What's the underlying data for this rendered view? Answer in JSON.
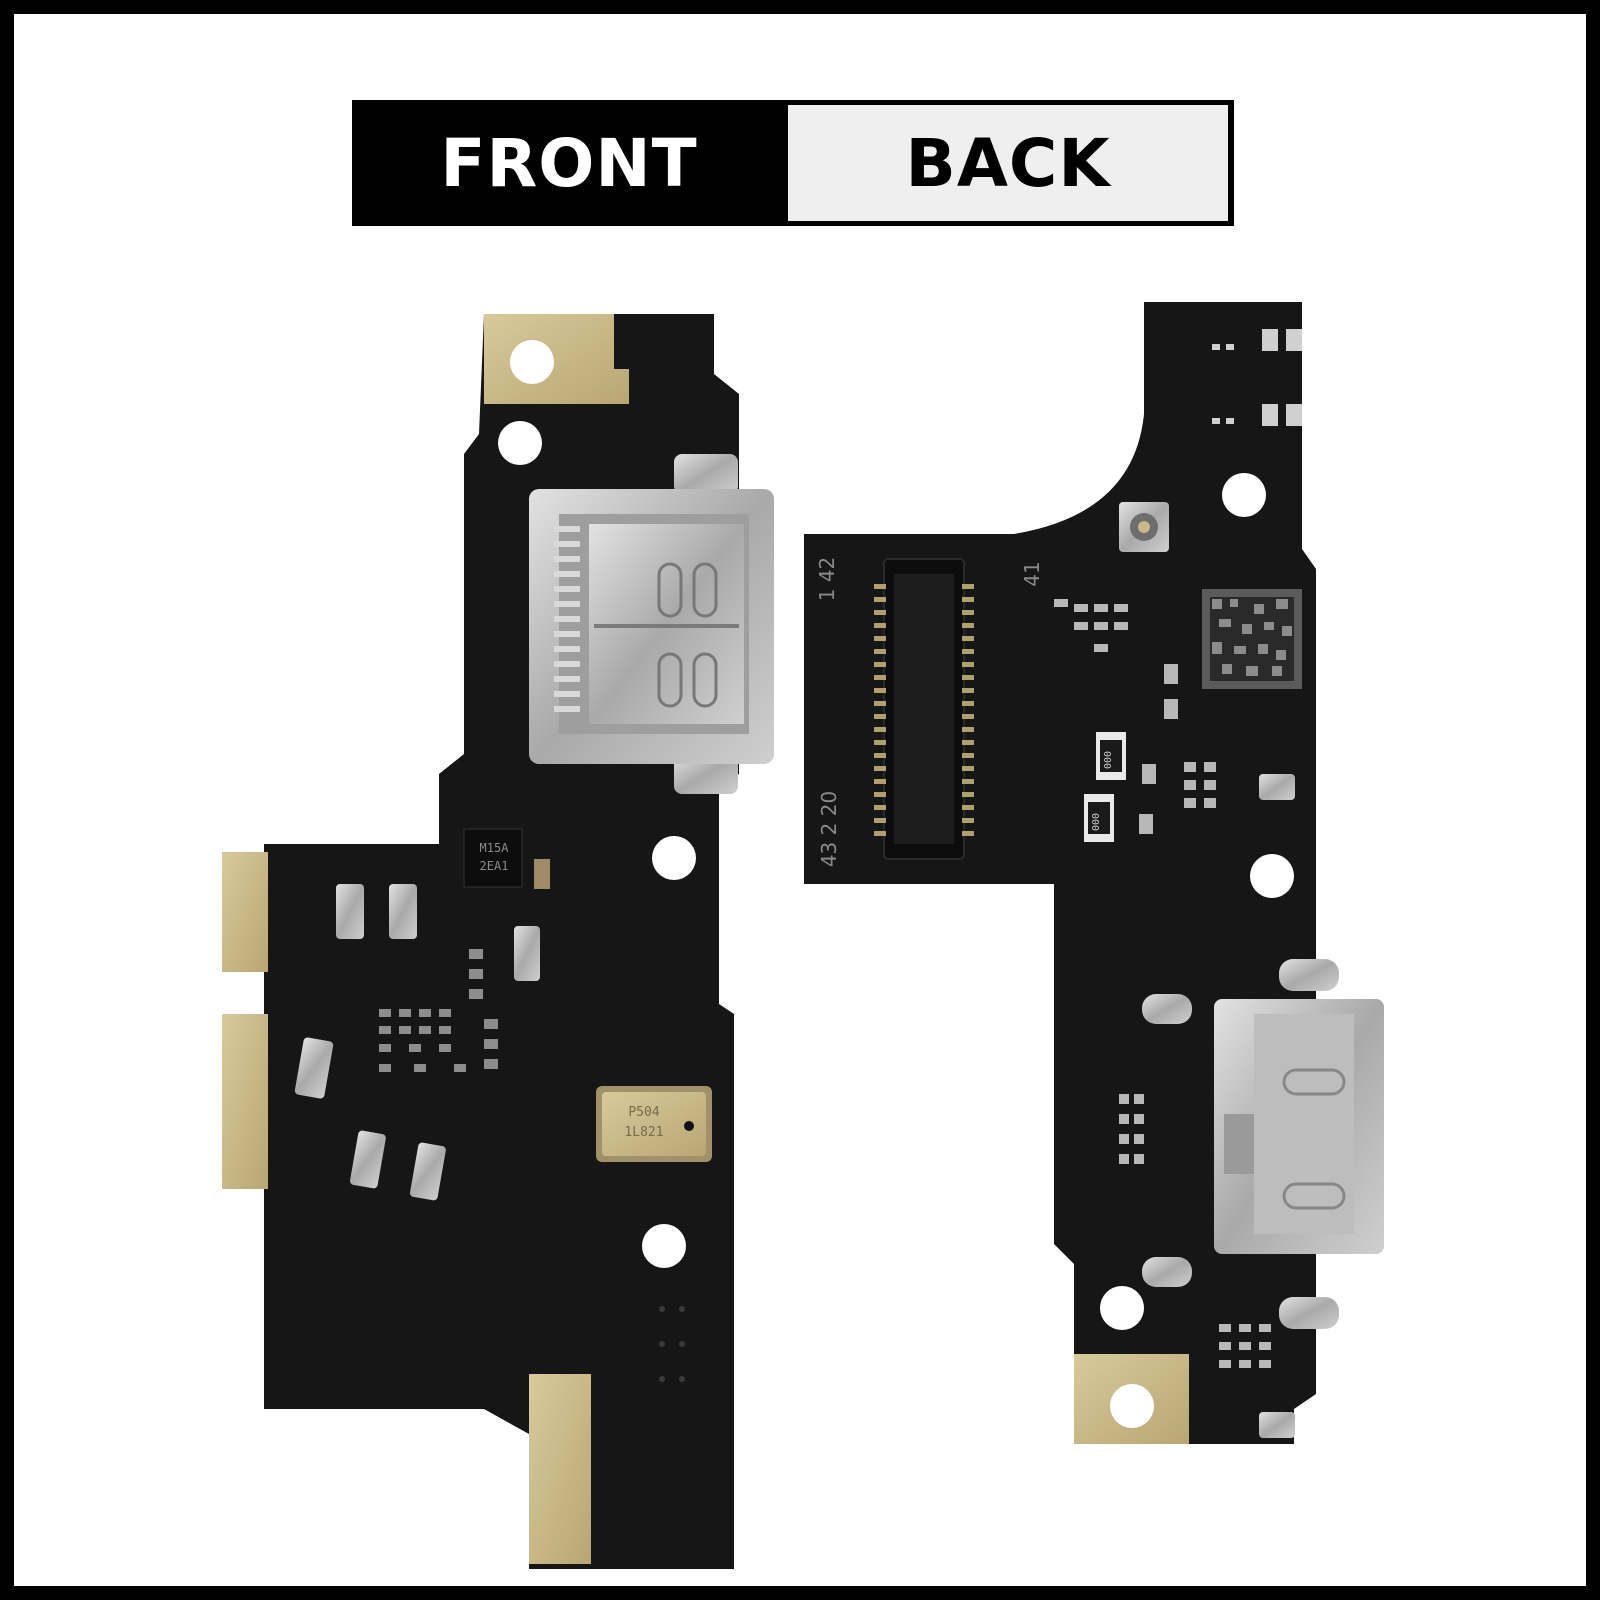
{
  "header": {
    "front_label": "FRONT",
    "back_label": "BACK"
  },
  "front_board": {
    "chip_marking_1": "M15A",
    "chip_marking_2": "2EA1",
    "mic_marking_1": "P504",
    "mic_marking_2": "1L821"
  },
  "back_board": {
    "pin_label_42": "1 42",
    "pin_label_41": "41",
    "pin_label_2": "43 2 20",
    "resistor_code_1": "000",
    "resistor_code_2": "000"
  },
  "colors": {
    "pcb": "#161616",
    "gold": "#c9b88a",
    "metal": "#b5b5b5"
  }
}
